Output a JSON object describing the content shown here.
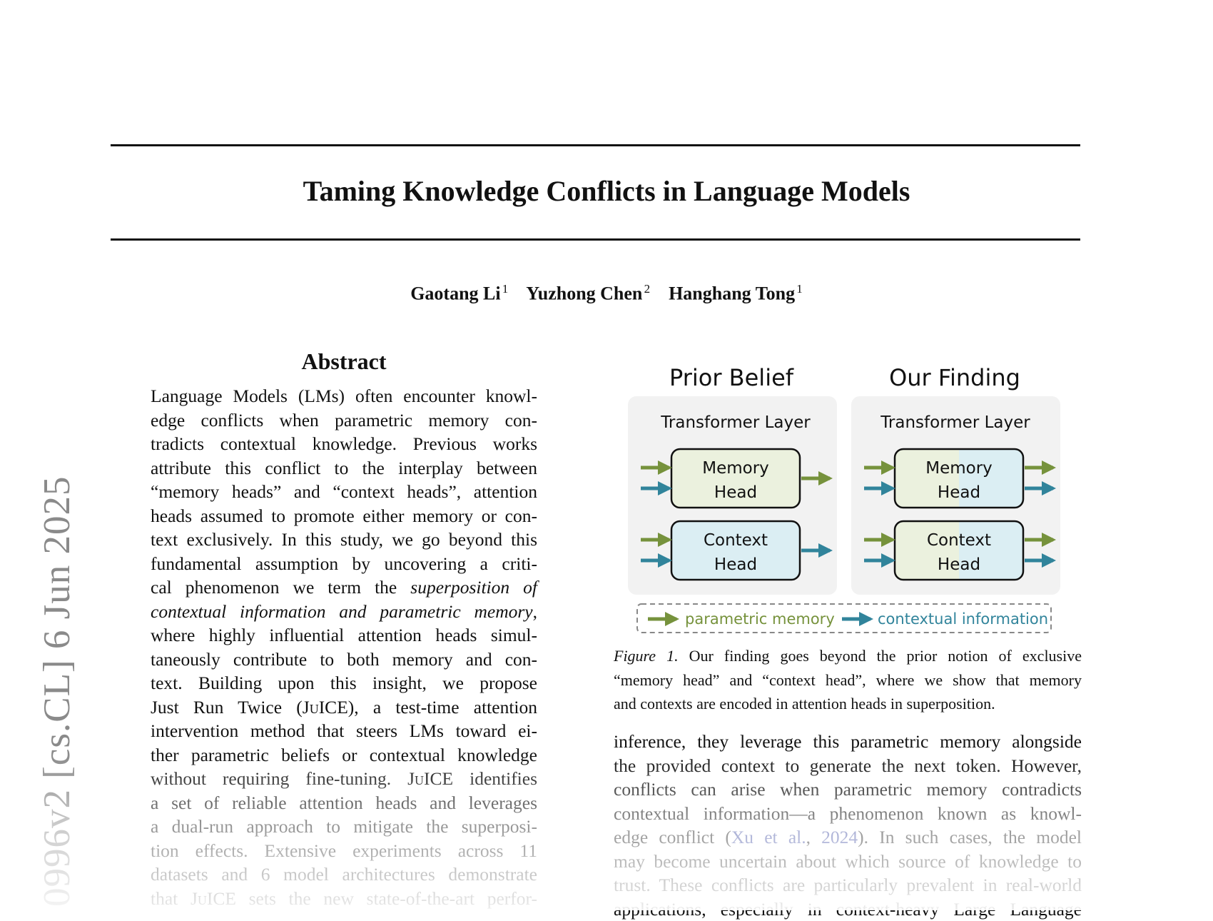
{
  "sidebar_stamp": "0996v2  [cs.CL]  6 Jun 2025",
  "paper": {
    "title": "Taming Knowledge Conflicts in Language Models",
    "authors": [
      {
        "name": "Gaotang Li",
        "affil": "1"
      },
      {
        "name": "Yuzhong Chen",
        "affil": "2"
      },
      {
        "name": "Hanghang Tong",
        "affil": "1"
      }
    ]
  },
  "abstract": {
    "heading": "Abstract",
    "lines": [
      "Language Models (LMs) often encounter knowl-",
      "edge conflicts when parametric memory con-",
      "tradicts contextual knowledge.  Previous works",
      "attribute this conflict to the interplay between",
      "“memory heads” and “context heads”, attention",
      "heads assumed to promote either memory or con-",
      "text exclusively. In this study, we go beyond this",
      "fundamental assumption by uncovering a criti-",
      "cal phenomenon we term the",
      "superposition of",
      "contextual information and parametric memory",
      ",",
      "where highly influential attention heads simul-",
      "taneously contribute to both memory and con-",
      "text.  Building upon this insight, we propose",
      "Just Run Twice (",
      "JuICE",
      "), a test-time attention",
      "intervention method that steers LMs toward ei-",
      "ther parametric beliefs or contextual knowledge",
      "without requiring fine-tuning.",
      "JuICE",
      " identifies",
      "a set of reliable attention heads and leverages",
      "a dual-run approach to mitigate the superposi-",
      "tion effects.  Extensive experiments across 11",
      "datasets and 6 model architectures demonstrate",
      "that",
      "JuICE",
      " sets the new state-of-the-art perfor-"
    ]
  },
  "figure": {
    "panels": [
      {
        "heading": "Prior Belief",
        "layer_label": "Transformer Layer",
        "memory_head": [
          "Memory",
          "Head"
        ],
        "context_head": [
          "Context",
          "Head"
        ]
      },
      {
        "heading": "Our Finding",
        "layer_label": "Transformer Layer",
        "memory_head": [
          "Memory",
          "Head"
        ],
        "context_head": [
          "Context",
          "Head"
        ]
      }
    ],
    "legend": {
      "parametric": "parametric memory",
      "contextual": "contextual information"
    },
    "colors": {
      "parametric": "#76923c",
      "contextual": "#31849b",
      "memory_fill": "#ebf1de",
      "context_fill": "#dbeef3",
      "panel_bg": "#f2f2f2"
    },
    "caption": {
      "label": "Figure 1.",
      "lines": [
        " Our finding goes beyond the prior notion of exclusive",
        "“memory head” and “context head”, where we show that memory",
        "and contexts are encoded in attention heads in superposition."
      ]
    }
  },
  "body": {
    "lines": [
      "inference, they leverage this parametric memory alongside",
      "the provided context to generate the next token. However,",
      "conflicts can arise when parametric memory contradicts",
      "contextual information—a phenomenon known as knowl-",
      "edge conflict (",
      "Xu et al.",
      ", ",
      "2024",
      ").  In such cases, the model",
      "may become uncertain about which source of knowledge to",
      "trust. These conflicts are particularly prevalent in real-world",
      "applications, especially in context-heavy Large Language"
    ]
  }
}
